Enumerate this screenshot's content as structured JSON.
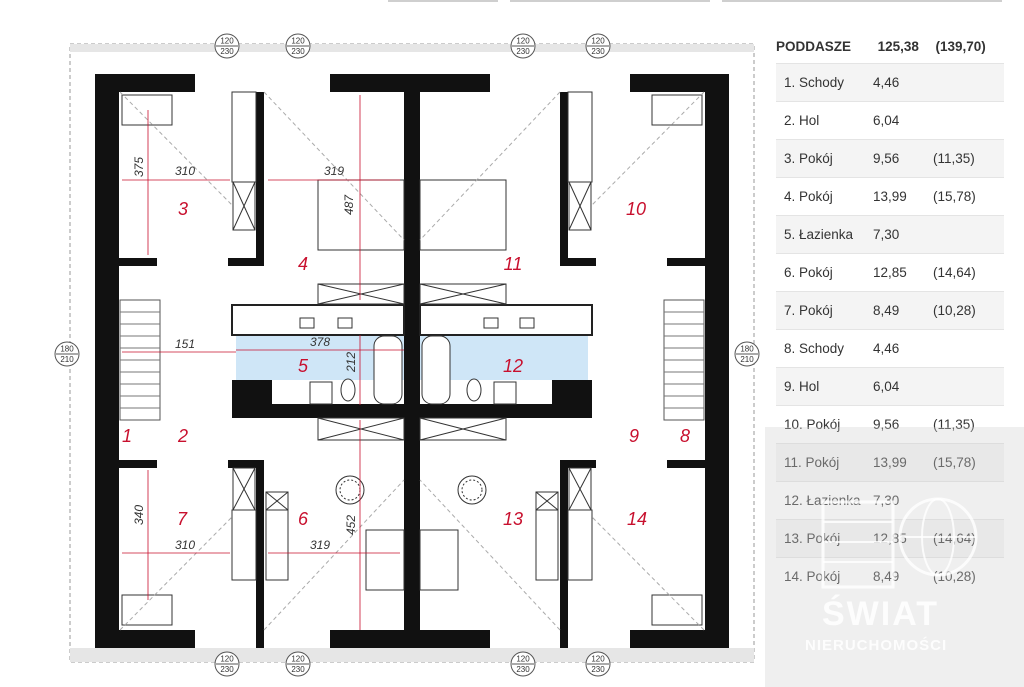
{
  "floor": {
    "title": "PODDASZE",
    "total_area": "125,38",
    "total_area_alt": "(139,70)"
  },
  "rooms": [
    {
      "name": "1. Schody",
      "area": "4,46",
      "extra": ""
    },
    {
      "name": "2. Hol",
      "area": "6,04",
      "extra": ""
    },
    {
      "name": "3. Pokój",
      "area": "9,56",
      "extra": "(11,35)"
    },
    {
      "name": "4. Pokój",
      "area": "13,99",
      "extra": "(15,78)"
    },
    {
      "name": "5. Łazienka",
      "area": "7,30",
      "extra": ""
    },
    {
      "name": "6. Pokój",
      "area": "12,85",
      "extra": "(14,64)"
    },
    {
      "name": "7. Pokój",
      "area": "8,49",
      "extra": "(10,28)"
    },
    {
      "name": "8. Schody",
      "area": "4,46",
      "extra": ""
    },
    {
      "name": "9. Hol",
      "area": "6,04",
      "extra": ""
    },
    {
      "name": "10. Pokój",
      "area": "9,56",
      "extra": "(11,35)"
    },
    {
      "name": "11. Pokój",
      "area": "13,99",
      "extra": "(15,78)"
    },
    {
      "name": "12. Łazienka",
      "area": "7,30",
      "extra": ""
    },
    {
      "name": "13. Pokój",
      "area": "12,85",
      "extra": "(14,64)"
    },
    {
      "name": "14. Pokój",
      "area": "8,49",
      "extra": "(10,28)"
    }
  ],
  "plan": {
    "room_numbers": [
      "1",
      "2",
      "3",
      "4",
      "5",
      "6",
      "7",
      "8",
      "9",
      "10",
      "11",
      "12",
      "13",
      "14"
    ],
    "dimensions": [
      "375",
      "310",
      "319",
      "487",
      "151",
      "378",
      "212",
      "340",
      "310",
      "319",
      "452"
    ],
    "window_label_top": "120",
    "window_label_bottom": "230",
    "side_window_top": "180",
    "side_window_bottom": "210",
    "label_color": "#c8102e"
  },
  "watermark": {
    "line1": "ŚWIAT",
    "line2": "NIERUCHOMOŚCI"
  }
}
